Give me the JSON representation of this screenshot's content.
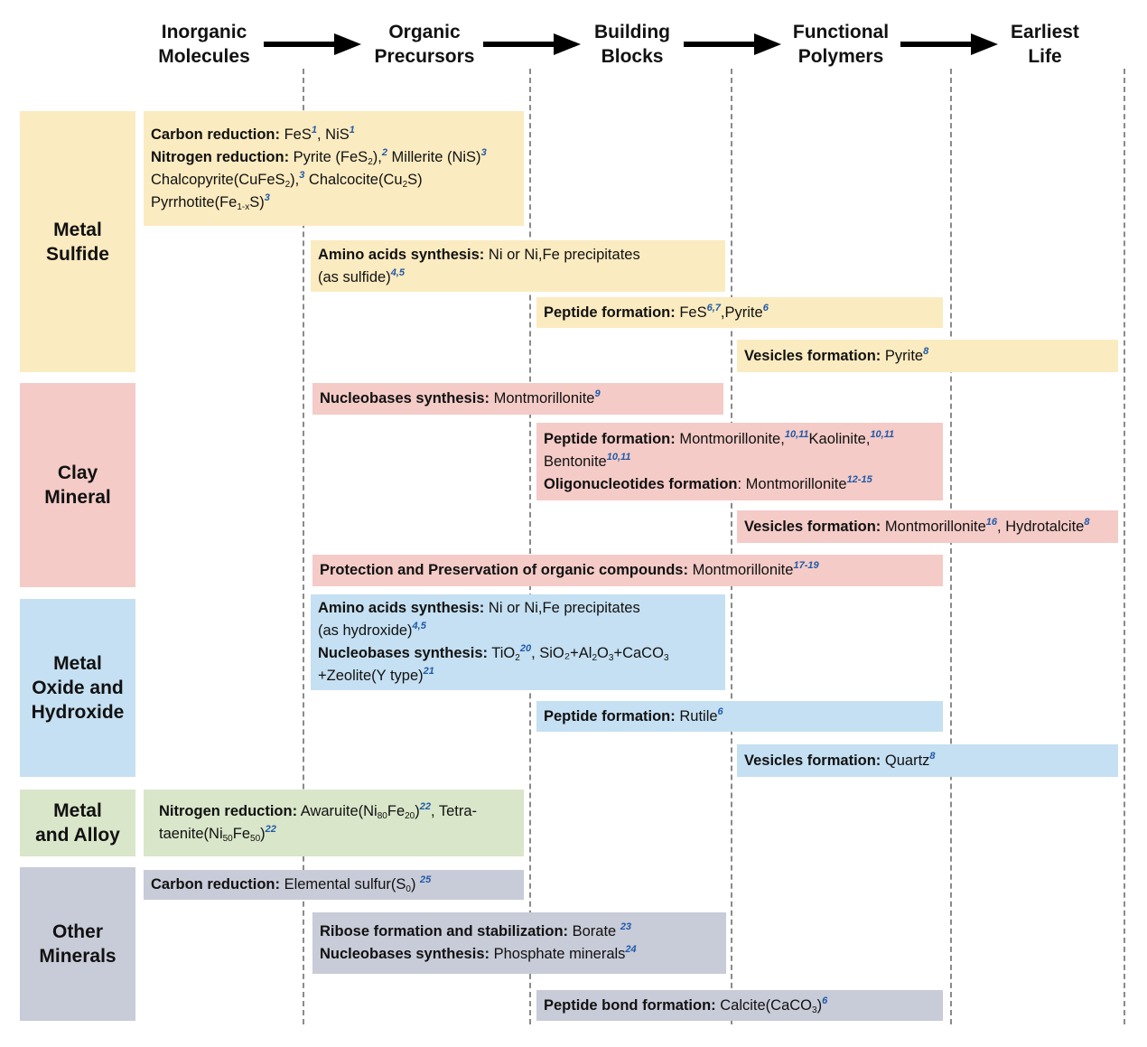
{
  "stages": [
    {
      "line1": "Inorganic",
      "line2": "Molecules"
    },
    {
      "line1": "Organic",
      "line2": "Precursors"
    },
    {
      "line1": "Building",
      "line2": "Blocks"
    },
    {
      "line1": "Functional",
      "line2": "Polymers"
    },
    {
      "line1": "Earliest",
      "line2": "Life"
    }
  ],
  "categories": {
    "sulfide": {
      "line1": "Metal",
      "line2": "Sulfide",
      "color": "#fbebc0"
    },
    "clay": {
      "line1": "Clay",
      "line2": "Mineral",
      "color": "#f4cbc7"
    },
    "oxide": {
      "line1": "Metal",
      "line2": "Oxide and",
      "line3": "Hydroxide",
      "color": "#c5e0f2"
    },
    "alloy": {
      "line1": "Metal",
      "line2": "and Alloy",
      "color": "#d9e6c9"
    },
    "other": {
      "line1": "Other",
      "line2": "Minerals",
      "color": "#c8cbd8"
    }
  },
  "t": {
    "carbon_reduction": "Carbon reduction:",
    "fes": " FeS",
    "nis": "NiS",
    "nitrogen_reduction": "Nitrogen reduction:",
    "pyrite_fe": " Pyrite (FeS",
    "close_paren": ")",
    "millerite": " Millerite (NiS)",
    "chalcopyrite": "Chalcopyrite(CuFeS",
    "chalcocite": " Chalcocite(Cu",
    "s_close": "S)",
    "pyrrhotite": "Pyrrhotite(Fe",
    "amino_acids_synthesis": "Amino acids synthesis:",
    "ni_precip": " Ni or Ni,Fe precipitates",
    "as_sulfide": "(as sulfide)",
    "as_hydroxide": "(as hydroxide)",
    "peptide_formation": "Peptide formation:",
    "pyrite": "Pyrite",
    "vesicles_formation": "Vesicles formation:",
    "nucleobases_synthesis": "Nucleobases synthesis:",
    "montmorillonite": " Montmorillonite",
    "kaolinite": "Kaolinite",
    "bentonite": "Bentonite",
    "oligo_formation": "Oligonucleotides formation",
    "oligo_rest": ": Montmorillonite",
    "hydrotalcite": " Hydrotalcite",
    "protection": "Protection and Preservation of organic compounds:",
    "tio": " TiO",
    "sio_al": " SiO₂+Al",
    "o": "O",
    "caco_plus": "+CaCO",
    "zeolite": "+Zeolite(Y type)",
    "rutile": " Rutile",
    "quartz": " Quartz",
    "awaruite": " Awaruite(Ni",
    "fe": "Fe",
    "tetra": " Tetra-",
    "taenite": "taenite(Ni",
    "elemental_sulfur": " Elemental sulfur(S",
    "ribose": "Ribose formation and stabilization:",
    "borate": " Borate ",
    "phosphate": " Phosphate minerals",
    "peptide_bond": "Peptide bond formation:",
    "calcite": " Calcite(CaCO"
  },
  "sub": {
    "two": "2",
    "three": "3",
    "one_minus_x": "1-x",
    "eighty": "80",
    "twenty": "20",
    "fifty": "50",
    "zero": "0"
  },
  "refs": {
    "r1": "1",
    "r2": "2",
    "r3": "3",
    "r4_5": "4,5",
    "r6_7": "6,7",
    "r6": "6",
    "r8": "8",
    "r9": "9",
    "r10_11": "10,11",
    "r12_15": "12-15",
    "r16": "16",
    "r17_19": "17-19",
    "r20": "20",
    "r21": "21",
    "r22": "22",
    "r23": "23",
    "r24": "24",
    "r25": "25"
  },
  "punct": {
    "comma": ","
  }
}
